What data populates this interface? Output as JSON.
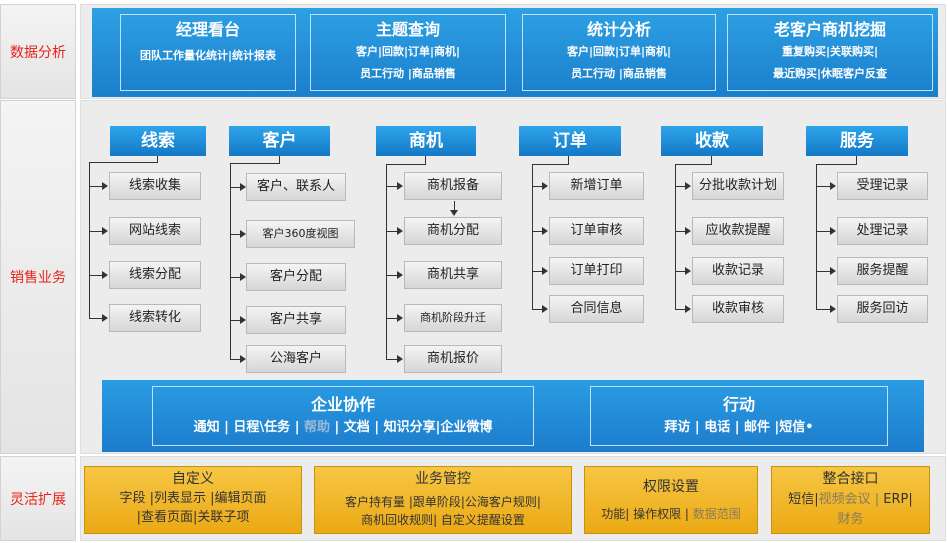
{
  "side_labels": {
    "analysis": "数据分析",
    "sales": "销售业务",
    "extend": "灵活扩展"
  },
  "analysis": {
    "boxes": [
      {
        "title": "经理看台",
        "line1": "团队工作量化统计|统计报表",
        "line2": ""
      },
      {
        "title": "主题查询",
        "line1": "客户|回款|订单|商机|",
        "line2": "员工行动 |商品销售"
      },
      {
        "title": "统计分析",
        "line1": "客户|回款|订单|商机|",
        "line2": "员工行动 |商品销售"
      },
      {
        "title": "老客户商机挖掘",
        "line1": "重复购买|关联购买|",
        "line2": "最近购买|休眠客户反查"
      }
    ]
  },
  "sales": {
    "categories": [
      {
        "title": "线索",
        "items": [
          "线索收集",
          "网站线索",
          "线索分配",
          "线索转化"
        ]
      },
      {
        "title": "客户",
        "items": [
          "客户、联系人",
          "客户360度视图",
          "客户分配",
          "客户共享",
          "公海客户"
        ]
      },
      {
        "title": "商机",
        "items": [
          "商机报备",
          "商机分配",
          "商机共享",
          "商机阶段升迁",
          "商机报价"
        ]
      },
      {
        "title": "订单",
        "items": [
          "新增订单",
          "订单审核",
          "订单打印",
          "合同信息"
        ]
      },
      {
        "title": "收款",
        "items": [
          "分批收款计划",
          "应收款提醒",
          "收款记录",
          "收款审核"
        ]
      },
      {
        "title": "服务",
        "items": [
          "受理记录",
          "处理记录",
          "服务提醒",
          "服务回访"
        ]
      }
    ]
  },
  "collab": {
    "enterprise": {
      "title": "企业协作",
      "parts": [
        "通知 | 日程\\任务 | ",
        "帮助",
        " | 文档 | 知识分享|企业微博"
      ]
    },
    "action": {
      "title": "行动",
      "line": "拜访 | 电话 | 邮件 |短信•"
    }
  },
  "extend": {
    "boxes": [
      {
        "title": "自定义",
        "line1": "字段 |列表显示 |编辑页面",
        "line2": "|查看页面|关联子项"
      },
      {
        "title": "业务管控",
        "line1": "客户持有量 |跟单阶段|公海客户规则|",
        "line2": "商机回收规则| 自定义提醒设置"
      },
      {
        "title": "权限设置",
        "line1a": "功能| 操作权限 | ",
        "line1b": "数据范围"
      },
      {
        "title": "整合接口",
        "line1a": "短信|",
        "line1b": "视频会议 |",
        "line1c": " ERP|",
        "line2": "财务"
      }
    ]
  }
}
